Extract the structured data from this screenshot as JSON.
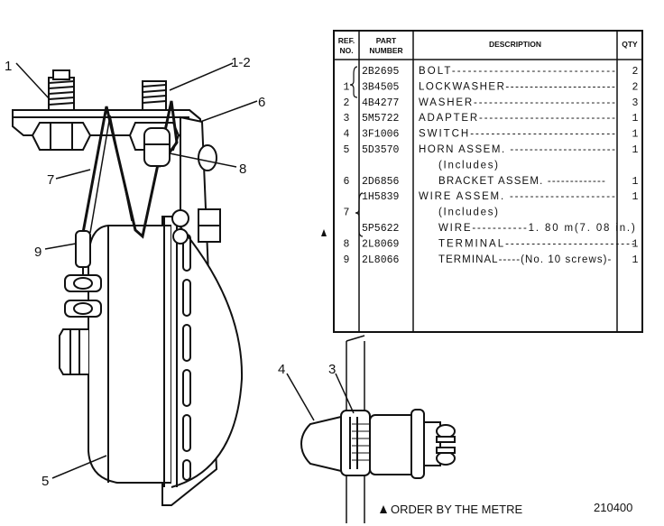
{
  "callouts": {
    "c1": "1",
    "c12": "1-2",
    "c6": "6",
    "c7": "7",
    "c8": "8",
    "c9": "9",
    "c5": "5",
    "c4": "4",
    "c3": "3"
  },
  "table": {
    "header": {
      "ref_line1": "REF.",
      "ref_line2": "NO.",
      "part_line1": "PART",
      "part_line2": "NUMBER",
      "description": "DESCRIPTION",
      "qty": "QTY"
    },
    "rows": [
      {
        "ref": "",
        "part": "2B2695",
        "desc": "BOLT-------------------------------",
        "qty": "2"
      },
      {
        "ref": "1",
        "part": "3B4505",
        "desc": "LOCKWASHER-----------------------",
        "qty": "2"
      },
      {
        "ref": "2",
        "part": "4B4277",
        "desc": "WASHER----------------------------",
        "qty": "3"
      },
      {
        "ref": "3",
        "part": "5M5722",
        "desc": "ADAPTER---------------------------",
        "qty": "1"
      },
      {
        "ref": "4",
        "part": "3F1006",
        "desc": "SWITCH----------------------------",
        "qty": "1"
      },
      {
        "ref": "5",
        "part": "5D3570",
        "desc": "HORN ASSEM. ----------------------",
        "qty": "1"
      },
      {
        "ref": "",
        "part": "",
        "desc": "(Includes)",
        "qty": ""
      },
      {
        "ref": "6",
        "part": "2D6856",
        "desc": "BRACKET ASSEM. -------------",
        "qty": "1"
      },
      {
        "ref": "",
        "part": "1H5839",
        "desc": "WIRE ASSEM. ---------------------",
        "qty": "1"
      },
      {
        "ref": "7",
        "part": "",
        "desc": "(Includes)",
        "qty": ""
      },
      {
        "ref": "",
        "part": "5P5622",
        "desc": "WIRE-----------1. 80 m(7. 08 in.)",
        "qty": ""
      },
      {
        "ref": "8",
        "part": "2L8069",
        "desc": "TERMINAL-------------------------",
        "qty": "1"
      },
      {
        "ref": "9",
        "part": "2L8066",
        "desc": "TERMINAL-----(No. 10 screws)-",
        "qty": "1"
      }
    ]
  },
  "footer": {
    "order_note": "ORDER BY THE METRE",
    "drawing_number": "210400"
  }
}
